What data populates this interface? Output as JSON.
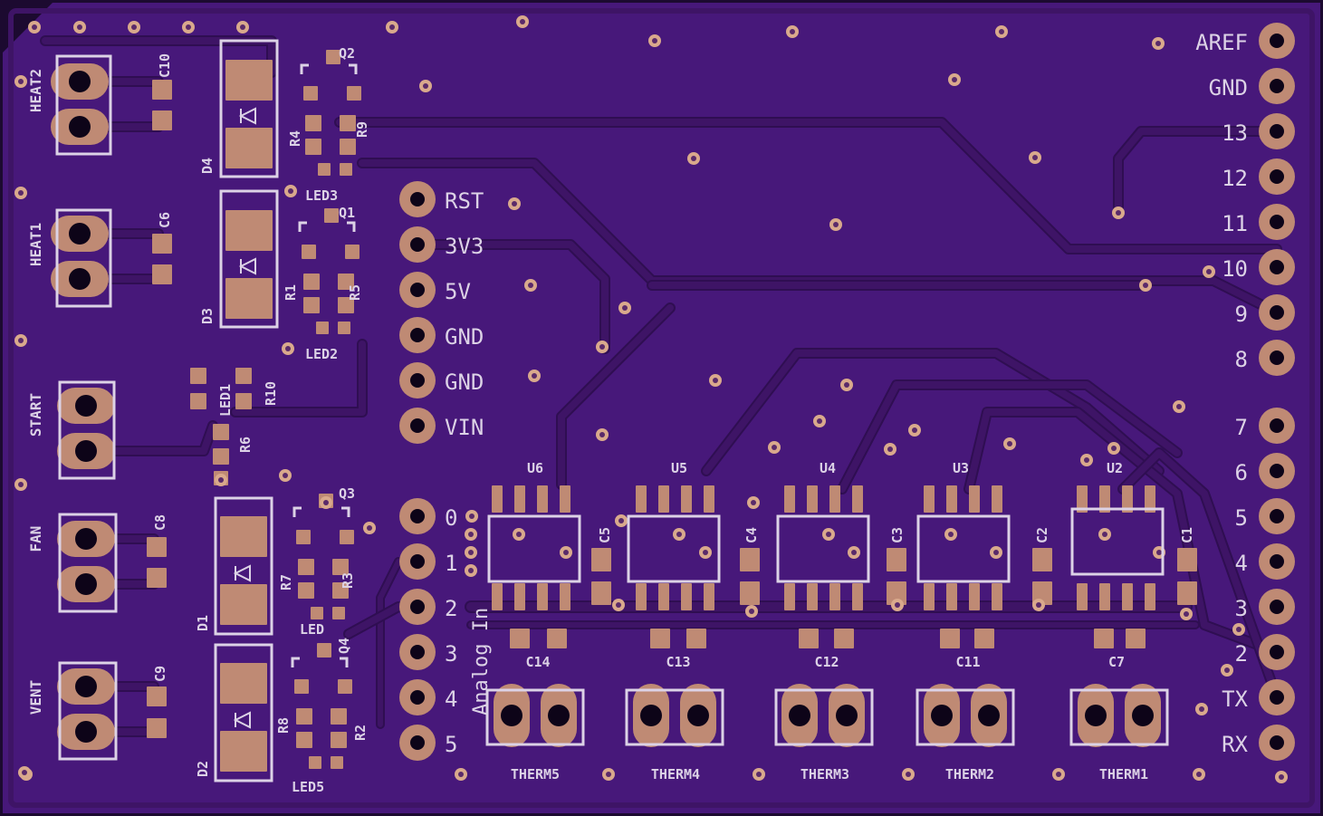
{
  "colors": {
    "board": "#47187a",
    "copper": "#3e1466",
    "trace_edge": "#2f0e52",
    "pad": "#bf8a74",
    "via": "#d9a98c",
    "silk": "#dcd2e6",
    "frame": "#1c0a30"
  },
  "power_header": {
    "labels": [
      "RST",
      "3V3",
      "5V",
      "GND",
      "GND",
      "VIN"
    ]
  },
  "analog_header": {
    "labels": [
      "0",
      "1",
      "2",
      "3",
      "4",
      "5"
    ],
    "title": "Analog In"
  },
  "right_header_top": {
    "labels": [
      "AREF",
      "GND",
      "13",
      "12",
      "11",
      "10",
      "9",
      "8"
    ]
  },
  "right_header_bottom": {
    "labels": [
      "7",
      "6",
      "5",
      "4",
      "3",
      "2",
      "TX",
      "RX"
    ]
  },
  "connectors": {
    "labels": [
      "HEAT2",
      "HEAT1",
      "START",
      "FAN",
      "VENT"
    ]
  },
  "capacitors_small": {
    "labels": [
      "C10",
      "C6",
      "C8",
      "C9"
    ]
  },
  "diodes": {
    "labels": [
      "D4",
      "D3",
      "D1",
      "D2"
    ]
  },
  "transistors": {
    "labels": [
      "Q2",
      "Q1",
      "Q3",
      "Q4"
    ]
  },
  "resistors": {
    "labels": [
      "R4",
      "R9",
      "R1",
      "R5",
      "R10",
      "R6",
      "R7",
      "R3",
      "R8",
      "R2"
    ]
  },
  "leds": {
    "labels": [
      "LED3",
      "LED2",
      "LED1",
      "LED",
      "LED5"
    ]
  },
  "ics": {
    "labels": [
      "U6",
      "U5",
      "U4",
      "U3",
      "U2"
    ]
  },
  "decoupling_caps": {
    "labels": [
      "C5",
      "C4",
      "C3",
      "C2",
      "C1"
    ]
  },
  "bypass_caps": {
    "labels": [
      "C14",
      "C13",
      "C12",
      "C11",
      "C7"
    ]
  },
  "thermistors": {
    "labels": [
      "THERM5",
      "THERM4",
      "THERM3",
      "THERM2",
      "THERM1"
    ]
  }
}
